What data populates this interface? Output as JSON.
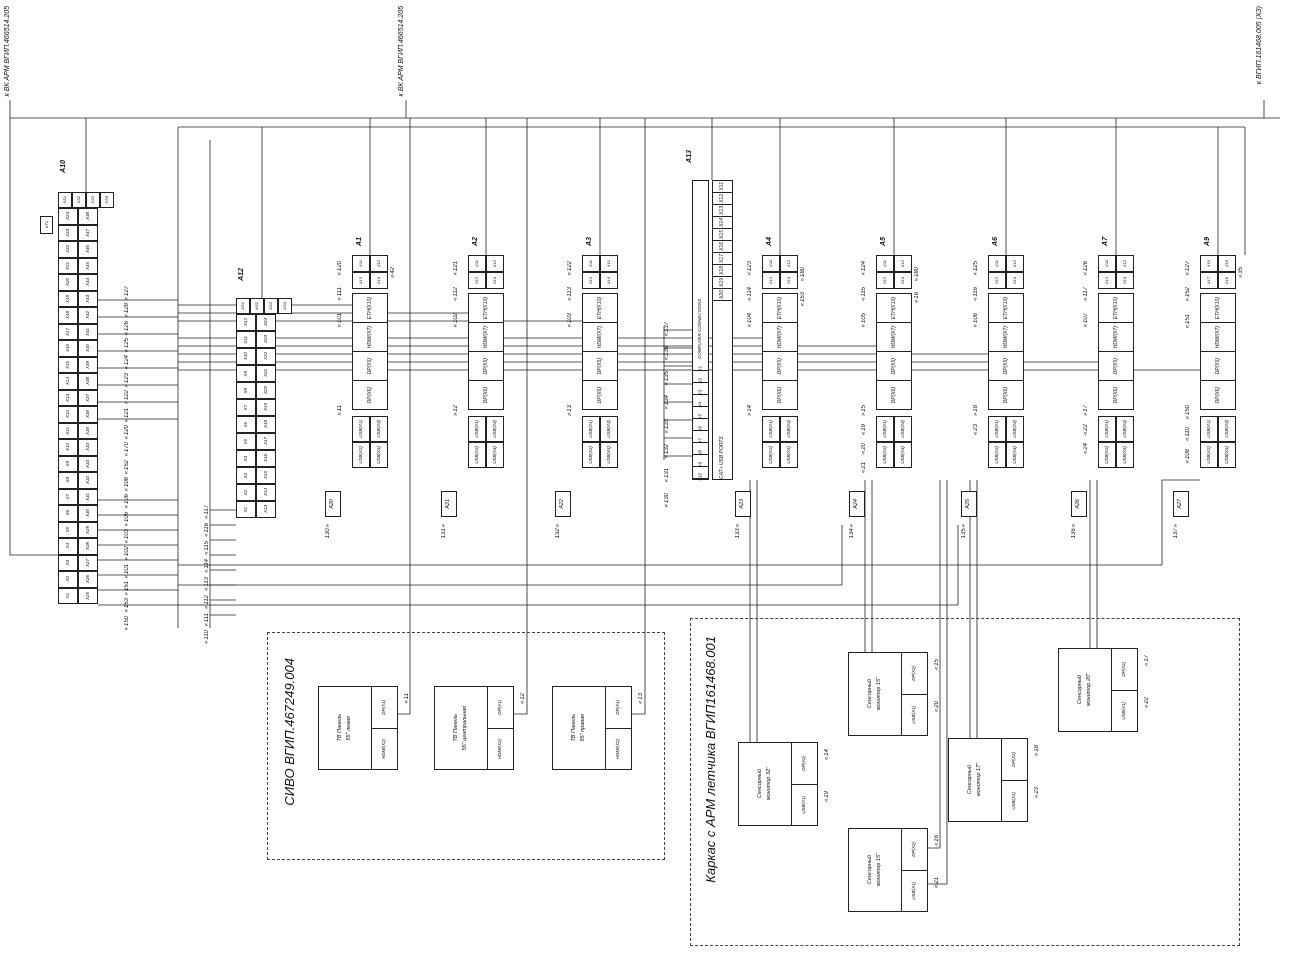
{
  "page": {
    "bg": "#ffffff",
    "line_color": "#222222"
  },
  "external_labels": {
    "left": "к ВК АРМ ВГИП.466514.205",
    "mid": "к ВК АРМ ВГИП.466514.205",
    "right": "к ВГИП.161468.005 (ХЗ)"
  },
  "common": {
    "module_ports": [
      "ETH(X10)",
      "HDMI(X7)",
      "DP(X5)",
      "DP(X6)"
    ],
    "module_usb": [
      "USB(X1)",
      "USB(X3)",
      "USB(X2)",
      "USB(X4)"
    ]
  },
  "a10": {
    "id": "A10",
    "kt": "КТ1",
    "header": [
      "XS1",
      "XS2",
      "XS3",
      "XS4"
    ],
    "rows": [
      [
        "X24",
        "X48"
      ],
      [
        "X23",
        "X47"
      ],
      [
        "X22",
        "X46"
      ],
      [
        "X21",
        "X45"
      ],
      [
        "X20",
        "X44"
      ],
      [
        "X19",
        "X43"
      ],
      [
        "X18",
        "X42"
      ],
      [
        "X17",
        "X41"
      ],
      [
        "X16",
        "X40"
      ],
      [
        "X15",
        "X39"
      ],
      [
        "X14",
        "X38"
      ],
      [
        "X13",
        "X37"
      ],
      [
        "X12",
        "X36"
      ],
      [
        "X11",
        "X35"
      ],
      [
        "X10",
        "X34"
      ],
      [
        "X9",
        "X33"
      ],
      [
        "X8",
        "X32"
      ],
      [
        "X7",
        "X31"
      ],
      [
        "X6",
        "X30"
      ],
      [
        "X5",
        "X29"
      ],
      [
        "X4",
        "X28"
      ],
      [
        "X3",
        "X27"
      ],
      [
        "X2",
        "X26"
      ],
      [
        "X1",
        "X25"
      ]
    ],
    "signals": [
      "127",
      "128",
      "126",
      "125",
      "124",
      "123",
      "122",
      "121",
      "120",
      "170",
      "152",
      "108",
      "106",
      "105",
      "103",
      "102",
      "101",
      "151",
      "153",
      "150"
    ]
  },
  "a12": {
    "id": "A12",
    "header": [
      "XG1",
      "XG2",
      "XG3",
      "XG4"
    ],
    "rows": [
      [
        "X12",
        "X24"
      ],
      [
        "X11",
        "X23"
      ],
      [
        "X10",
        "X22"
      ],
      [
        "X9",
        "X21"
      ],
      [
        "X8",
        "X20"
      ],
      [
        "X7",
        "X19"
      ],
      [
        "X6",
        "X18"
      ],
      [
        "X5",
        "X17"
      ],
      [
        "X4",
        "X16"
      ],
      [
        "X3",
        "X15"
      ],
      [
        "X2",
        "X14"
      ],
      [
        "X1",
        "X13"
      ]
    ],
    "signals": [
      "117",
      "116",
      "115",
      "114",
      "113",
      "112",
      "111",
      "110"
    ]
  },
  "a13": {
    "id": "A13",
    "title_left": "COMPUTER CONNECTIONS",
    "title_right": "CAT+ USB PORTS",
    "pins_top": [
      "X11",
      "X12",
      "X13",
      "X14",
      "X15",
      "X16",
      "X17",
      "X18",
      "X19",
      "X20"
    ],
    "pins_bottom": [
      "X1",
      "X2",
      "X3",
      "X4",
      "X5",
      "X6",
      "X7",
      "X8",
      "X9",
      "X10"
    ],
    "signals": [
      "137",
      "136",
      "135",
      "134",
      "133",
      "132",
      "131",
      "130"
    ]
  },
  "modules": [
    {
      "id": "A1",
      "pins": [
        "X11",
        "X12",
        "X13",
        "X14"
      ],
      "s1": "120",
      "s2": "111",
      "s3": "101",
      "out": "11",
      "extra": "42",
      "tag": "A20",
      "tagsig": "130"
    },
    {
      "id": "A2",
      "pins": [
        "X11",
        "X12",
        "X13",
        "X14"
      ],
      "s1": "121",
      "s2": "112",
      "s3": "102",
      "out": "12",
      "tag": "A21",
      "tagsig": "131"
    },
    {
      "id": "A3",
      "pins": [
        "X11",
        "X12",
        "X13",
        "X14"
      ],
      "s1": "122",
      "s2": "113",
      "s3": "103",
      "out": "13",
      "tag": "A22",
      "tagsig": "132"
    },
    {
      "id": "A4",
      "pins": [
        "X11",
        "X12",
        "X13",
        "X14"
      ],
      "s1": "123",
      "s2": "114",
      "s3": "104",
      "out": "14",
      "extra": "180",
      "extra2": "153",
      "tag": "A23",
      "tagsig": "133"
    },
    {
      "id": "A5",
      "pins": [
        "X11",
        "X12",
        "X13",
        "X14"
      ],
      "s1": "124",
      "s2": "115",
      "s3": "105",
      "out": "15",
      "out2": "19",
      "out3": "20",
      "out4": "21",
      "extra": "180",
      "extra2": "16",
      "tag": "A24",
      "tagsig": "134"
    },
    {
      "id": "A6",
      "pins": [
        "X11",
        "X12",
        "X13",
        "X14"
      ],
      "s1": "125",
      "s2": "116",
      "s3": "106",
      "out": "18",
      "out2": "23",
      "tag": "A25",
      "tagsig": "135"
    },
    {
      "id": "A7",
      "pins": [
        "X11",
        "X12",
        "X13",
        "X14"
      ],
      "s1": "126",
      "s2": "117",
      "s3": "107",
      "out": "17",
      "out2": "22",
      "out3": "24",
      "tag": "A26",
      "tagsig": "136"
    },
    {
      "id": "A9",
      "pins": [
        "X15",
        "X16",
        "X17",
        "X18"
      ],
      "s1": "127",
      "s2": "152",
      "s3": "151",
      "out": "150",
      "out2": "110",
      "out3": "108",
      "extra": "35",
      "tag": "A27",
      "tagsig": "137"
    }
  ],
  "groups": {
    "sivo": {
      "label": "СИВО ВГИП.467249.004"
    },
    "karkas": {
      "label": "Каркас с АРМ летчика ВГИП161468.001"
    }
  },
  "panels": [
    {
      "line1": "ТВ Панель",
      "line2": "55\" левая",
      "port_top": "DP(X1)",
      "port_bot": "HDMI(X2)",
      "sig": "11"
    },
    {
      "line1": "ТВ Панель",
      "line2": "55\" центральная",
      "port_top": "DP(X1)",
      "port_bot": "HDMI(X2)",
      "sig": "12"
    },
    {
      "line1": "ТВ Панель",
      "line2": "55\" правая",
      "port_top": "DP(X1)",
      "port_bot": "HDMI(X2)",
      "sig": "13"
    }
  ],
  "monitors": [
    {
      "line1": "Сенсорный",
      "line2": "монитор 32\"",
      "port_top": "DP(X2)",
      "port_bot": "USB(X1)",
      "sig_top": "14",
      "sig_bot": "19"
    },
    {
      "line1": "Сенсорный",
      "line2": "монитор 15\"",
      "port_top": "DP(X2)",
      "port_bot": "USB(X1)",
      "sig_top": "15",
      "sig_bot": "20"
    },
    {
      "line1": "Сенсорный",
      "line2": "монитор 15\"",
      "port_top": "DP(X2)",
      "port_bot": "USB(X1)",
      "sig_top": "16",
      "sig_bot": "21"
    },
    {
      "line1": "Сенсорный",
      "line2": "монитор 17\"",
      "port_top": "DP(X2)",
      "port_bot": "USB(X1)",
      "sig_top": "18",
      "sig_bot": "23"
    },
    {
      "line1": "Сенсорный",
      "line2": "монитор 20\"",
      "port_top": "DP(X2)",
      "port_bot": "USB(X1)",
      "sig_top": "17",
      "sig_bot": "22"
    }
  ]
}
